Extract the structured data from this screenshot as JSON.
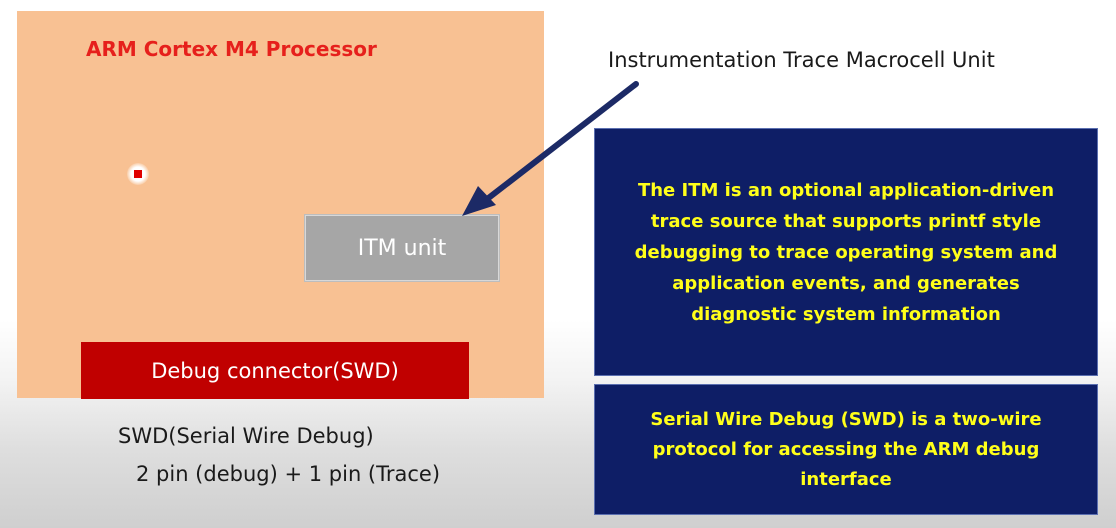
{
  "processor": {
    "title": "ARM Cortex M4 Processor",
    "itm_unit_label": "ITM unit",
    "debug_connector_label": "Debug connector(SWD)"
  },
  "itm_caption": "Instrumentation Trace Macrocell Unit",
  "itm_description": "The ITM is an optional application-driven trace source that supports printf style debugging to trace operating system and application events, and generates diagnostic system information",
  "swd_description": "Serial Wire Debug (SWD) is a two-wire protocol for accessing the ARM debug interface",
  "swd_label": "SWD(Serial Wire Debug)",
  "swd_pins": "2 pin (debug) + 1 pin (Trace)",
  "colors": {
    "processor_bg": "#f8c193",
    "title_red": "#e6201c",
    "itm_unit_gray": "#a6a6a6",
    "debug_connector_red": "#c00000",
    "info_box_navy": "#0e1e66",
    "info_text_yellow": "#ffff1a",
    "arrow_navy": "#1c2a66"
  }
}
